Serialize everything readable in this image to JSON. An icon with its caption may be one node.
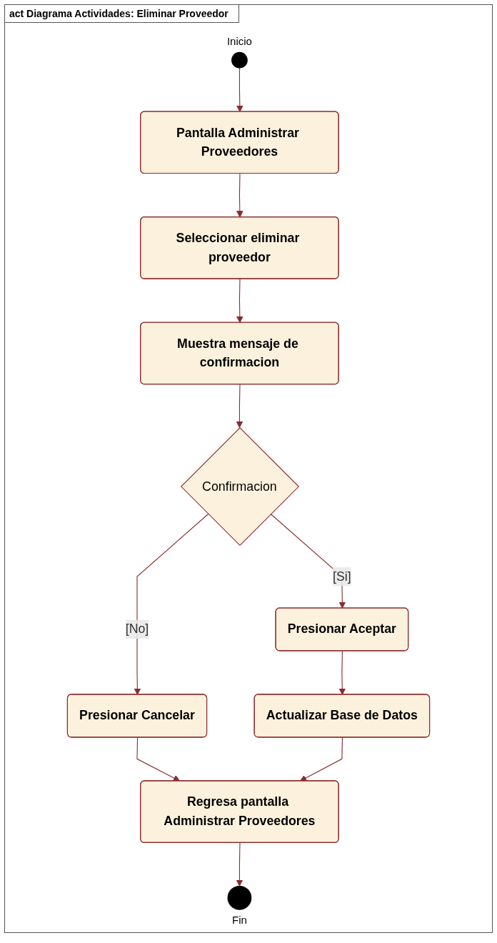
{
  "diagram": {
    "title": "act Diagrama Actividades: Eliminar Proveedor",
    "nodes": [
      {
        "text": [],
        "shape": "circle",
        "beside": [
          "Inicio"
        ]
      },
      {
        "text": [
          "Pantalla Administrar Proveedores"
        ]
      },
      {
        "text": [
          "Seleccionar eliminar proveedor"
        ]
      },
      {
        "text": [
          "Muestra mensaje de confirmacion"
        ]
      },
      {
        "text": [
          "Confirmacion"
        ]
      },
      {
        "text": [
          "Presionar Cancelar"
        ]
      },
      {
        "text": [
          "Presionar Aceptar"
        ]
      },
      {
        "text": [
          "Actualizar Base de Datos"
        ]
      },
      {
        "text": [
          "Regresa pantalla Administrar Proveedores"
        ]
      },
      {
        "text": [],
        "shape": "circle",
        "beside": [
          "Fin"
        ]
      }
    ],
    "edges": [
      {
        "from": 0,
        "to": 1,
        "arrow": "to"
      },
      {
        "from": 1,
        "to": 2,
        "arrow": "to"
      },
      {
        "from": 2,
        "to": 3,
        "arrow": "to"
      },
      {
        "from": 3,
        "to": 4,
        "arrow": "to"
      },
      {
        "from": 4,
        "to": 5,
        "arrow": "to",
        "label": "[No]"
      },
      {
        "from": 4,
        "to": 6,
        "arrow": "to",
        "label": "[Si]"
      },
      {
        "from": 5,
        "to": 8,
        "arrow": "to"
      },
      {
        "from": 6,
        "to": 7,
        "arrow": "to"
      },
      {
        "from": 7,
        "to": 8,
        "arrow": "to"
      },
      {
        "from": 8,
        "to": 9,
        "arrow": "to"
      }
    ]
  }
}
